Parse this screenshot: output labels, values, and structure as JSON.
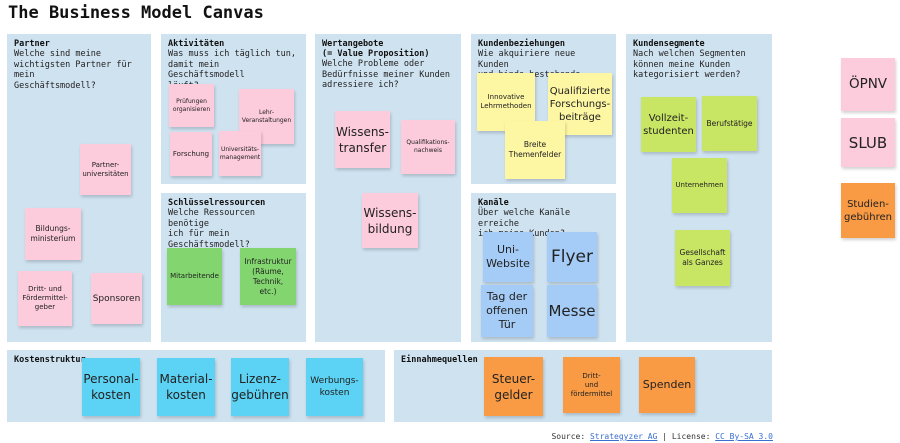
{
  "title": "The Business Model Canvas",
  "panels": {
    "partner": {
      "title": "Partner",
      "subtitle": "Welche sind meine\nwichtigsten Partner für mein\nGeschäftsmodell?"
    },
    "aktivitaeten": {
      "title": "Aktivitäten",
      "subtitle": "Was muss ich täglich tun,\ndamit mein Geschäftsmodell\nläuft?"
    },
    "schluesselressourcen": {
      "title": "Schlüsselressourcen",
      "subtitle": "Welche Ressourcen benötige\nich für mein\nGeschäftsmodell?"
    },
    "wertangebote": {
      "title": "Wertangebote\n(= Value Proposition)",
      "subtitle": "Welche Probleme oder\nBedürfnisse meiner Kunden\nadressiere ich?"
    },
    "kundenbeziehungen": {
      "title": "Kundenbeziehungen",
      "subtitle": "Wie akquiriere neue Kunden\nund binde bestehende Kunden?"
    },
    "kanaele": {
      "title": "Kanäle",
      "subtitle": "Über welche Kanäle erreiche\nich meine Kunden?"
    },
    "kundensegmente": {
      "title": "Kundensegmente",
      "subtitle": "Nach welchen Segmenten\nkönnen meine Kunden\nkategorisiert werden?"
    },
    "kostenstruktur": {
      "title": "Kostenstruktur",
      "subtitle": ""
    },
    "einnahmequellen": {
      "title": "Einnahmequellen",
      "subtitle": ""
    }
  },
  "notes": {
    "partner": [
      "Partner-\nuniversitäten",
      "Bildungs-\nministerium",
      "Dritt- und\nFördermittel-\ngeber",
      "Sponsoren"
    ],
    "aktivitaeten": [
      "Prüfungen\norganisieren",
      "Lehr-\nVeranstaltungen",
      "Forschung",
      "Universitäts-\nmanagement"
    ],
    "ressourcen": [
      "Mitarbeitende",
      "Infrastruktur\n(Räume,\nTechnik,\netc.)"
    ],
    "wertangebote": [
      "Wissens-\ntransfer",
      "Qualifikations-\nnachweis",
      "Wissens-\nbildung"
    ],
    "kundenbeziehungen": [
      "Innovative\nLehrmethoden",
      "Qualifizierte\nForschungs-\nbeiträge",
      "Breite\nThemenfelder"
    ],
    "kanaele": [
      "Uni-\nWebsite",
      "Flyer",
      "Tag der\noffenen\nTür",
      "Messe"
    ],
    "kundensegmente": [
      "Vollzeit-\nstudenten",
      "Berufstätige",
      "Unternehmen",
      "Gesellschaft\nals Ganzes"
    ],
    "kosten": [
      "Personal-\nkosten",
      "Material-\nkosten",
      "Lizenz-\ngebühren",
      "Werbungs-\nkosten"
    ],
    "einnahmen": [
      "Steuer-\ngelder",
      "Dritt-\nund\nfördermittel",
      "Spenden"
    ],
    "outside": [
      "ÖPNV",
      "SLUB",
      "Studien-\ngebühren"
    ]
  },
  "footer": {
    "source_label": "Source: ",
    "source_link": "Strategyzer AG",
    "separator": " | License: ",
    "license_link": "CC By-SA 3.0"
  },
  "colors": {
    "panel": "#cfe2f0",
    "pink": "#fccbdc",
    "yellow": "#fdf6a3",
    "green": "#83d66f",
    "lime": "#c9e564",
    "cyan": "#5cd3f4",
    "blue": "#a5ccf6",
    "orange": "#f99a44"
  }
}
